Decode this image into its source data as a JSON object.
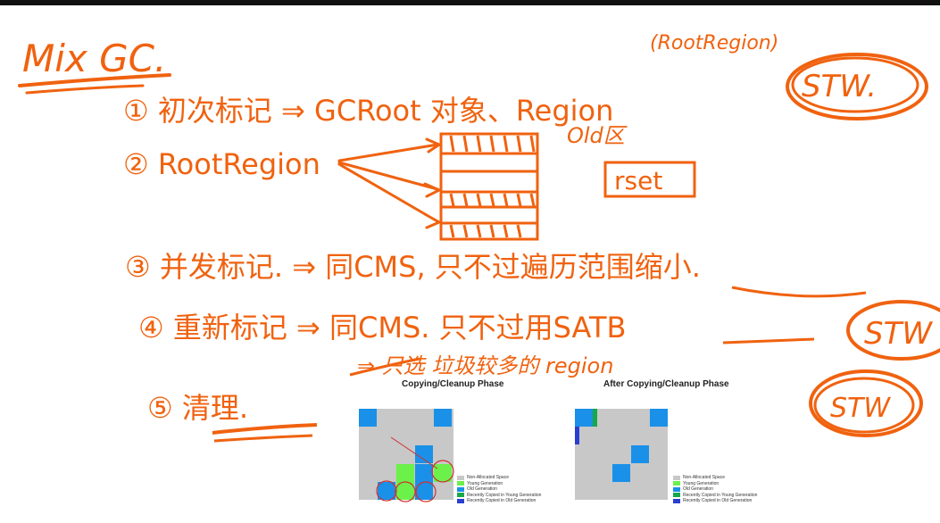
{
  "notes": {
    "title": "Mix GC.",
    "root_region_label": "(RootRegion)",
    "stw_1": "STW.",
    "step1": "① 初次标记 ⇒ GCRoot 对象、Region",
    "step2_label": "② RootRegion",
    "old_label": "Old区",
    "rset_label": "rset",
    "step3": "③ 并发标记. ⇒ 同CMS, 只不过遍历范围缩小.",
    "step4": "④ 重新标记 ⇒ 同CMS. 只不过用SATB",
    "stw_2": "STW",
    "step4_note": "⇒ 只选 垃圾较多的 region",
    "step5": "⑤ 清理.",
    "stw_3": "STW"
  },
  "diagram": {
    "left_title": "Copying/Cleanup Phase",
    "right_title": "After Copying/Cleanup Phase",
    "legend": [
      {
        "label": "Non-Allocated Space",
        "color": "#c8c8c8"
      },
      {
        "label": "Young Generation",
        "color": "#6cf04a"
      },
      {
        "label": "Old Generation",
        "color": "#1a90e8"
      },
      {
        "label": "Recently Copied in Young Generation",
        "color": "#17a84a"
      },
      {
        "label": "Recently Copied in Old Generation",
        "color": "#2a3fd0"
      }
    ]
  }
}
